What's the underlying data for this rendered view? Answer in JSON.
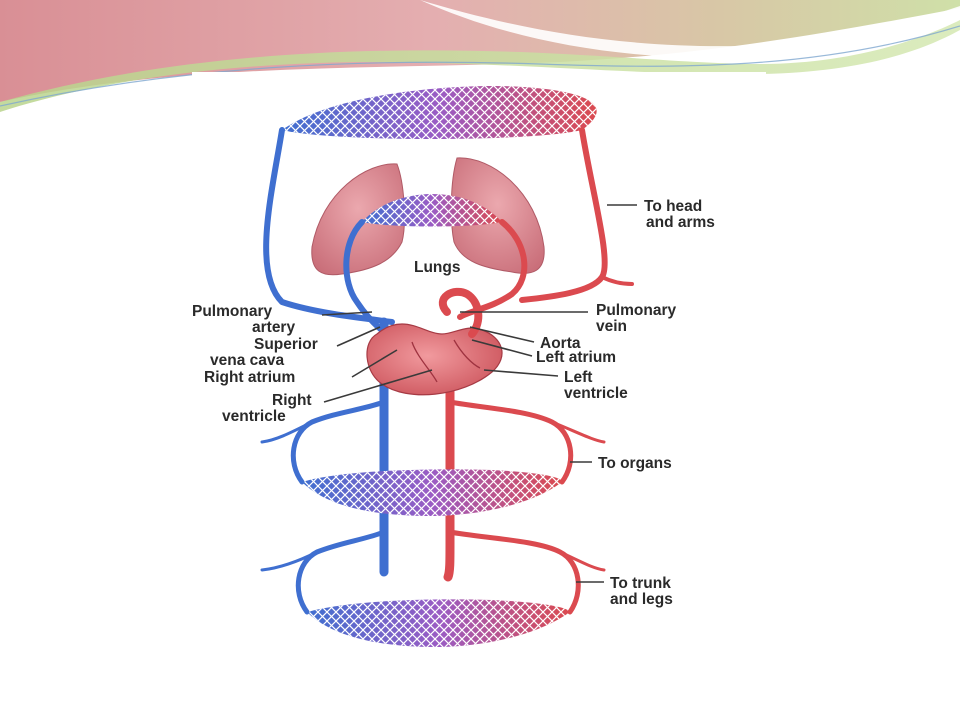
{
  "colors": {
    "header_red": "#d98f95",
    "header_green": "#cfe0a8",
    "vein_blue": "#3f6fd0",
    "artery_red": "#db4a4f",
    "capillary_purple": "#9a5cc4",
    "lung_pink": "#d7808a",
    "heart_red": "#e0656b",
    "label_text": "#2a2a2a"
  },
  "diagram": {
    "labels": {
      "lungs": "Lungs",
      "to_head_arms": [
        "To head",
        "and arms"
      ],
      "pulmonary_artery": [
        "Pulmonary",
        "artery"
      ],
      "superior_vena_cava": [
        "Superior",
        "vena cava"
      ],
      "right_atrium": "Right atrium",
      "right_ventricle": [
        "Right",
        "ventricle"
      ],
      "pulmonary_vein": [
        "Pulmonary",
        "vein"
      ],
      "aorta": "Aorta",
      "left_atrium": "Left atrium",
      "left_ventricle": [
        "Left",
        "ventricle"
      ],
      "to_organs": "To organs",
      "to_trunk_legs": [
        "To trunk",
        "and legs"
      ]
    }
  }
}
